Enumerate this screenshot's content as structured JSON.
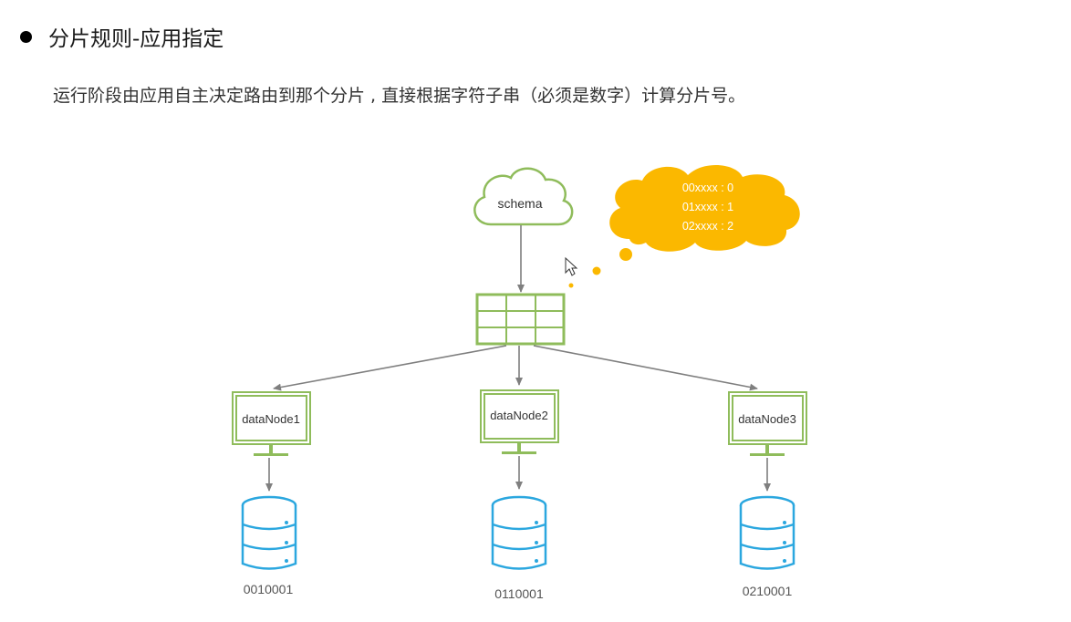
{
  "header": {
    "title": "分片规则-应用指定",
    "description": "运行阶段由应用自主决定路由到那个分片 , 直接根据字符子串（必须是数字）计算分片号。"
  },
  "diagram": {
    "schema_label": "schema",
    "callout_lines": [
      "00xxxx : 0",
      "01xxxx : 1",
      "02xxxx : 2"
    ],
    "nodes": [
      {
        "label": "dataNode1",
        "db_label": "0010001"
      },
      {
        "label": "dataNode2",
        "db_label": "0110001"
      },
      {
        "label": "dataNode3",
        "db_label": "0210001"
      }
    ]
  },
  "colors": {
    "green": "#8fbc5b",
    "db_blue": "#2ba7df",
    "callout": "#fbb800",
    "arrow": "#7f7f7f"
  }
}
